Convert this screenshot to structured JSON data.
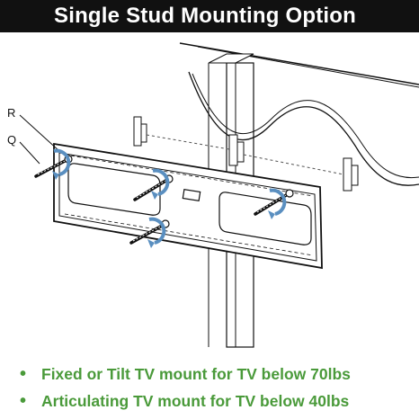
{
  "header": {
    "title": "Single Stud Mounting Option"
  },
  "callouts": {
    "r": "R",
    "q": "Q"
  },
  "notes": [
    {
      "text": "Fixed or Tilt TV mount for TV below 70lbs"
    },
    {
      "text": "Articulating TV mount for TV below 40lbs"
    }
  ],
  "colors": {
    "header_bg": "#111111",
    "accent_green": "#4a9a3a",
    "arrow_blue": "#5a8fc0"
  }
}
